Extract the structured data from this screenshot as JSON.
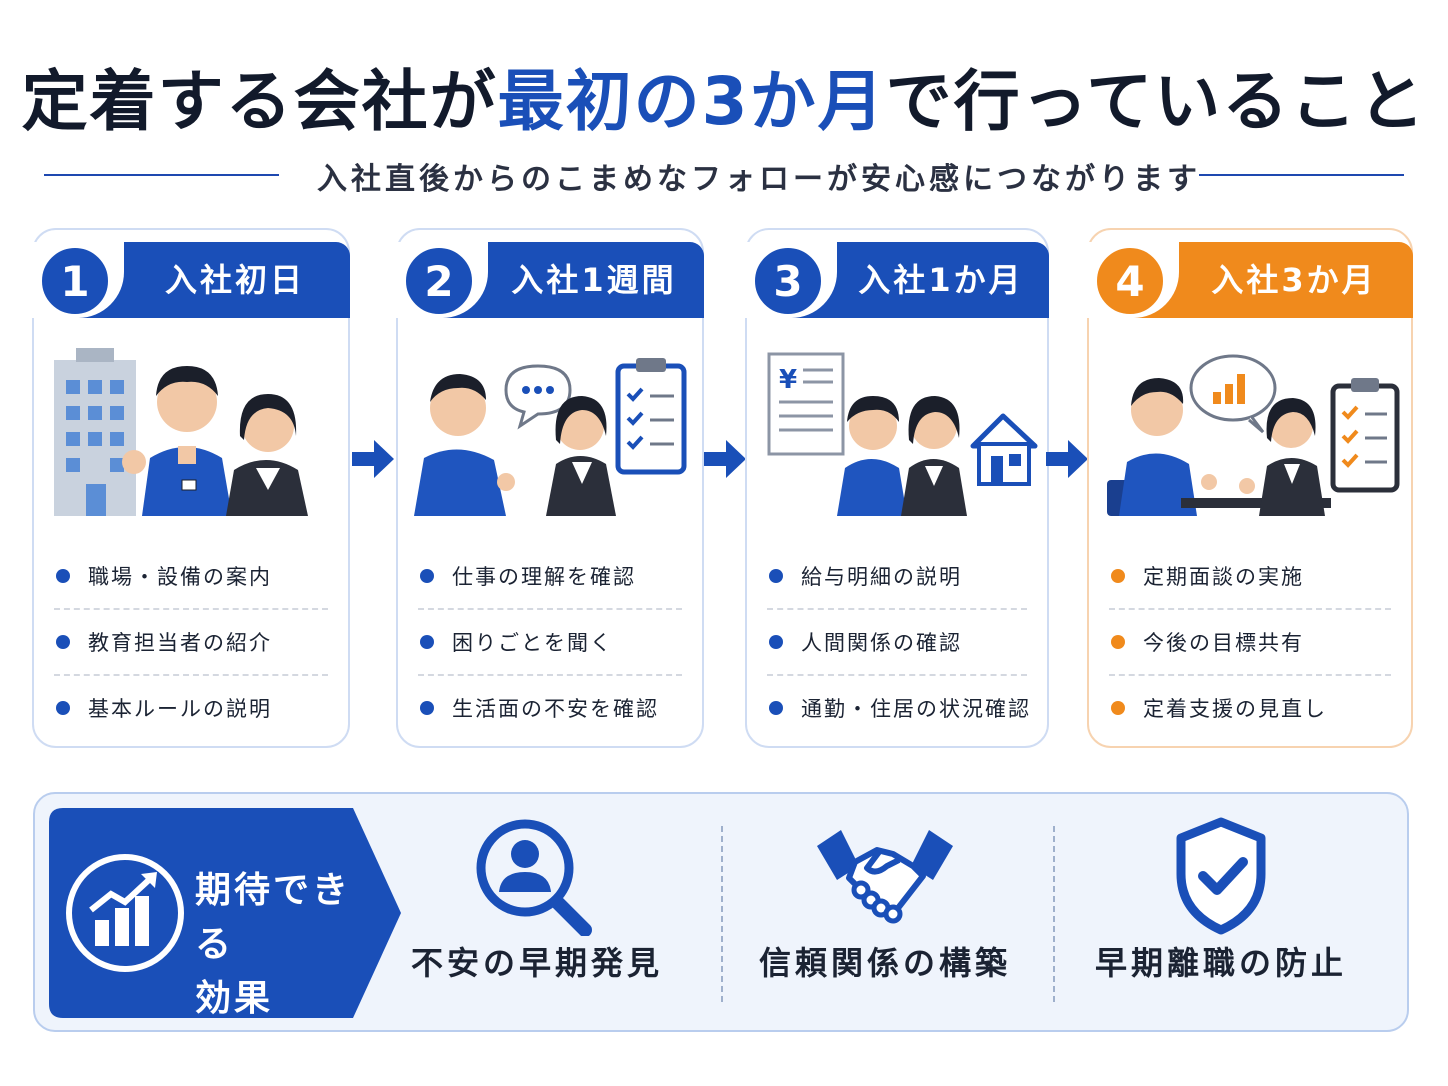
{
  "title": {
    "part1": "定着する会社が",
    "highlight": "最初の3か月",
    "part2": "で行っていること"
  },
  "subtitle": "入社直後からのこまめなフォローが安心感につながります",
  "colors": {
    "blue": "#1a4fb8",
    "orange": "#f08a1c",
    "text": "#1b2333"
  },
  "steps": [
    {
      "number": "1",
      "label": "入社初日",
      "items": [
        "職場・設備の案内",
        "教育担当者の紹介",
        "基本ルールの説明"
      ]
    },
    {
      "number": "2",
      "label": "入社1週間",
      "items": [
        "仕事の理解を確認",
        "困りごとを聞く",
        "生活面の不安を確認"
      ]
    },
    {
      "number": "3",
      "label": "入社1か月",
      "items": [
        "給与明細の説明",
        "人間関係の確認",
        "通勤・住居の状況確認"
      ]
    },
    {
      "number": "4",
      "label": "入社3か月",
      "items": [
        "定期面談の実施",
        "今後の目標共有",
        "定着支援の見直し"
      ]
    }
  ],
  "effects": {
    "heading": [
      "期待できる",
      "効果"
    ],
    "items": [
      {
        "label": "不安の早期発見",
        "icon": "search-person-icon"
      },
      {
        "label": "信頼関係の構築",
        "icon": "handshake-icon"
      },
      {
        "label": "早期離職の防止",
        "icon": "shield-check-icon"
      }
    ]
  }
}
